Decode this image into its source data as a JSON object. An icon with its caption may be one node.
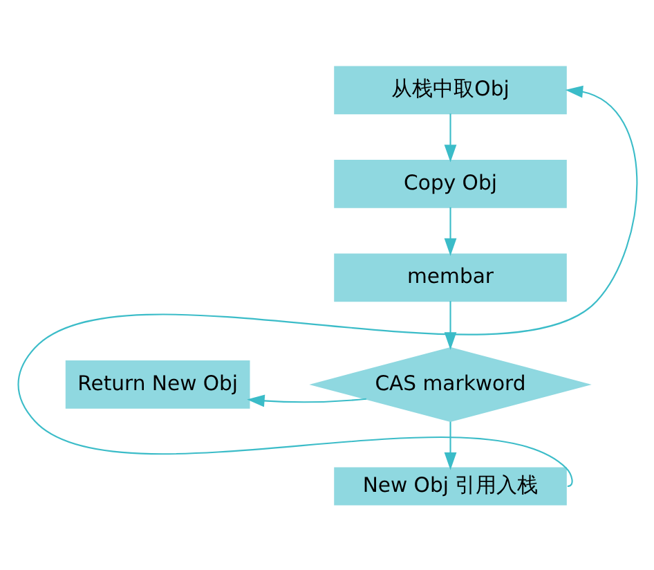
{
  "diagram": {
    "nodes": [
      {
        "text": [
          "从栈中取Obj"
        ]
      },
      {
        "text": [
          "Copy Obj"
        ]
      },
      {
        "text": [
          "membar"
        ]
      },
      {
        "text": [
          "CAS markword"
        ]
      },
      {
        "text": [
          "Return New Obj"
        ]
      },
      {
        "text": [
          "New Obj 引用入栈"
        ]
      }
    ],
    "edges": [
      {
        "from": 0,
        "to": 1,
        "arrow": "to"
      },
      {
        "from": 1,
        "to": 2,
        "arrow": "to"
      },
      {
        "from": 2,
        "to": 3,
        "arrow": "to"
      },
      {
        "from": 3,
        "to": 4,
        "arrow": "to"
      },
      {
        "from": 3,
        "to": 5,
        "arrow": "to"
      },
      {
        "from": 5,
        "to": 0,
        "arrow": "to"
      }
    ]
  }
}
